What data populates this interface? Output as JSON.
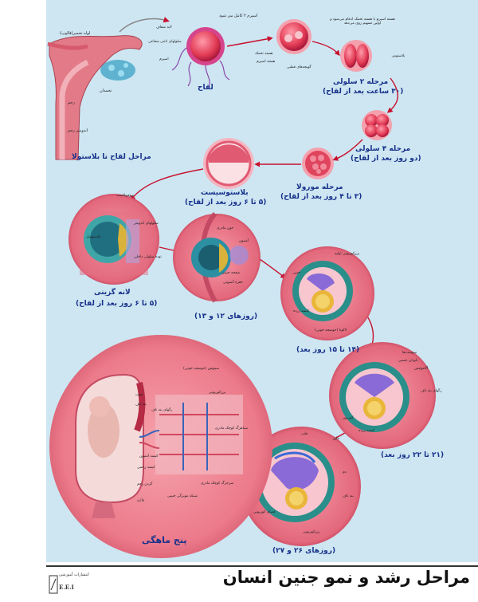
{
  "title": "مراحل رشد و نمو جنين انسان",
  "publisher": {
    "top": "انتشارات آموزشی",
    "name": "E.E.I"
  },
  "uterus_panel": {
    "tube": "لوله تخمبر(فالوپ)",
    "ovary": "تخمدان",
    "uterus": "رحم",
    "endometrium": "اندومتر رحم",
    "caption": "مراحل لقاح تا بلاستولا"
  },
  "fertilization": {
    "caption": "لقاح",
    "note": "اسپرم ۲ کامل می شود",
    "ovum_layer": "لایه شفاف",
    "radiata": "سلولهای تاجی شعاعی",
    "sperm": "اسپرم"
  },
  "zygote": {
    "nucleus_ovum": "هسته تخمک",
    "nucleus_sperm": "هسته اسپرم",
    "polar": "گویچه‌های قطبی",
    "merge_note": "هسته اسپرم با هسته تخمک ادغام می‌شود و اولین تسهیم روی می‌دهد"
  },
  "two_cell": {
    "label": "بلاستومر",
    "caption": "مرحله ۲ سلولی",
    "time": "(۳۰ ساعت بعد از لقاح)"
  },
  "four_cell": {
    "caption": "مرحله ۴ سلولی",
    "time": "(دو روز بعد از لقاح)"
  },
  "morula": {
    "caption": "مرحله مورولا",
    "time": "(۳ تا ۴ روز بعد از لقاح)"
  },
  "blastocyst": {
    "caption": "بلاستوسیست",
    "time": "(۵ تا ۶ روز بعد از لقاح)"
  },
  "implantation": {
    "caption": "لانه گزینی",
    "time": "(۵ تا ۶ روز بعد از لقاح)",
    "trophoblast": "تروفوبلاست",
    "blastocoel": "بلاستوسل",
    "endometrium_cells": "سلولهای اندومتر",
    "inner_mass": "توده سلولی داخلی"
  },
  "day12": {
    "caption": "(روزهای ۱۲ و ۱۳)",
    "blood": "خون مادری",
    "amnion": "آمنیون",
    "embryonic_disc": "صفحه جنینی",
    "amniotic_cavity": "حفره آمنیونی"
  },
  "day14": {
    "caption": "(۱۴ تا ۱۵ روز بعد)",
    "chorion": "پرزکوریونی اولیه",
    "embryo": "جنین",
    "yolk": "کیسه زرده",
    "lacuna": "لاکونا (حوضچه خونی)"
  },
  "day21": {
    "caption": "(۲۱ تا ۲۲ روز بعد)",
    "somites": "سومیت‌ها",
    "neural": "ناودان عصبی",
    "allantois": "آلانتوئیس",
    "stalk": "رگهای بند ناف",
    "chorion": "کوریون",
    "yolk": "کیسه زرده"
  },
  "day26": {
    "caption": "(روزهای ۲۶ و ۲۷)",
    "heart": "قلب",
    "pharynx": "حلق",
    "gut": "دم",
    "cord": "بند ناف",
    "cavity": "فضای کوریونی",
    "villi": "پرزکوریونی"
  },
  "month5": {
    "caption": "پنج ماهگی",
    "placenta": "جفت",
    "cord": "بند ناف",
    "amniotic": "کیسه رحمی",
    "cervix": "گردن رحم",
    "vagina": "واژن",
    "amnion_sac": "کیسه آمنیون"
  },
  "placenta_detail": {
    "sinus": "سینوس (حوضچه خونی)",
    "villi": "پرزکوریونی",
    "cord_vessels": "رگهای بند ناف",
    "maternal_veins": "سیاهرگ کوچک مادری",
    "maternal_arteries": "سرخرگ کوچک مادری",
    "capillaries": "شبکه مویرگی جنینی"
  },
  "colors": {
    "background": "#cde6f2",
    "tissue": "#e96a82",
    "arrow": "#c8102e",
    "text": "#17318a"
  }
}
